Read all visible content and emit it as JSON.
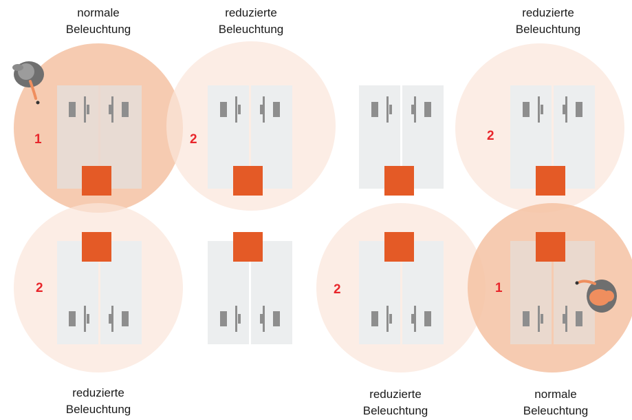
{
  "labels": {
    "top_1": "normale\nBeleuchtung",
    "top_2": "reduzierte\nBeleuchtung",
    "top_4": "reduzierte\nBeleuchtung",
    "bottom_1": "reduzierte\nBeleuchtung",
    "bottom_3": "reduzierte\nBeleuchtung",
    "bottom_4": "normale\nBeleuchtung"
  },
  "zone_numbers": {
    "top_1": "1",
    "top_2": "2",
    "top_4": "2",
    "bottom_1": "2",
    "bottom_3": "2",
    "bottom_4": "1"
  },
  "colors": {
    "light_normal": "#f5c2a3",
    "light_reduced": "#fbe6da",
    "door_panel": "#eceeef",
    "door_panel_lit": "#e7dcd4",
    "door_frame": "#e3e4e5",
    "handle": "#8e8e8e",
    "sensor": "#e45a26",
    "number": "#e8262b",
    "person_dark": "#6f6f6f",
    "person_orange": "#ef8e5e"
  },
  "icons": {
    "person_top": "person-topdown-icon",
    "person_bottom": "person-topdown-icon",
    "sensor": "motion-sensor-icon"
  }
}
